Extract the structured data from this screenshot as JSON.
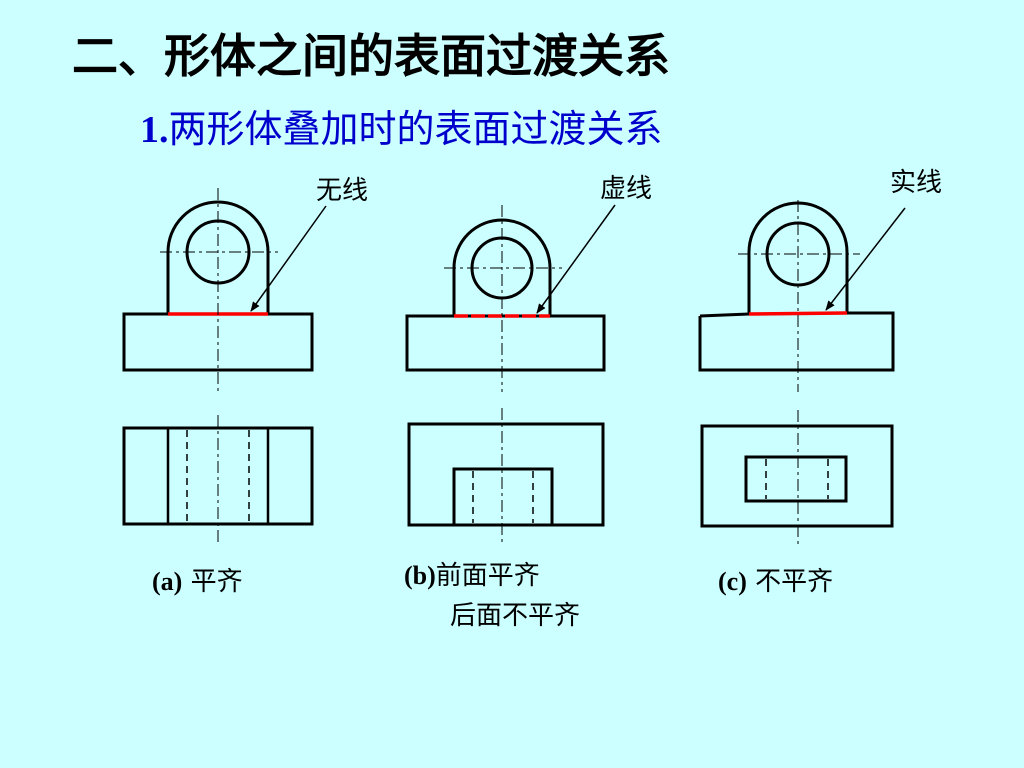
{
  "title": "二、形体之间的表面过渡关系",
  "subtitle": {
    "number": "1.",
    "text": "两形体叠加时的表面过渡关系"
  },
  "labels": {
    "a": "无线",
    "b": "虚线",
    "c": "实线"
  },
  "captions": {
    "a": {
      "prefix": "(a)",
      "text": " 平齐"
    },
    "b": {
      "prefix": "(b)",
      "line1": "前面平齐",
      "line2": "后面不平齐"
    },
    "c": {
      "prefix": "(c)",
      "text": " 不平齐"
    }
  },
  "colors": {
    "background": "#ccffff",
    "outline": "#000000",
    "highlight": "#ff0000",
    "subtitle": "#0000cc"
  }
}
